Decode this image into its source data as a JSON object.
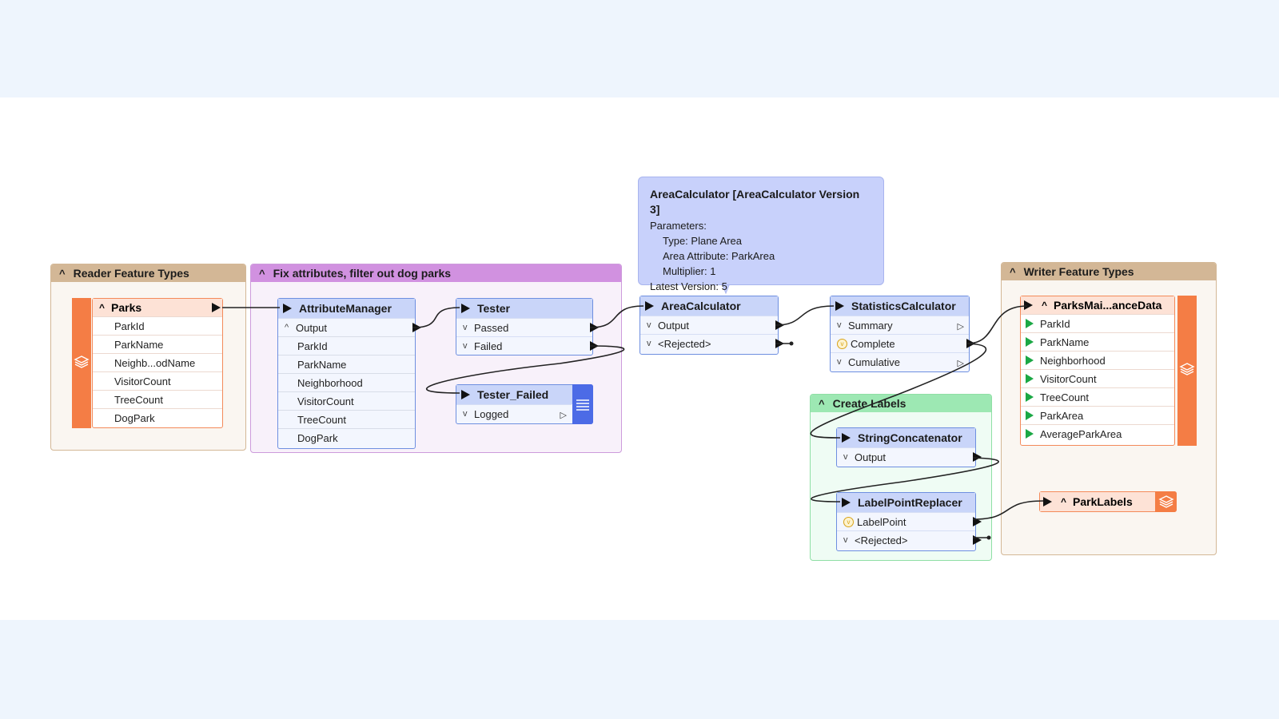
{
  "colors": {
    "background": "#eef5fd",
    "canvas": "#ffffff",
    "transformer_header": "#c9d5f9",
    "feature_type_accent": "#f47d45",
    "bookmark_tan": "#d3b796",
    "bookmark_purple": "#d191e0",
    "bookmark_green": "#9de8b3",
    "tooltip": "#c8d1fb"
  },
  "bookmarks": {
    "reader": {
      "title": "Reader Feature Types"
    },
    "fix": {
      "title": "Fix attributes, filter out dog parks"
    },
    "labels": {
      "title": "Create Labels"
    },
    "writer": {
      "title": "Writer Feature Types"
    }
  },
  "reader": {
    "name": "Parks",
    "attributes": [
      "ParkId",
      "ParkName",
      "Neighb...odName",
      "VisitorCount",
      "TreeCount",
      "DogPark"
    ]
  },
  "attribute_manager": {
    "name": "AttributeManager",
    "output_port": "Output",
    "attributes": [
      "ParkId",
      "ParkName",
      "Neighborhood",
      "VisitorCount",
      "TreeCount",
      "DogPark"
    ]
  },
  "tester": {
    "name": "Tester",
    "ports": [
      "Passed",
      "Failed"
    ]
  },
  "tester_failed": {
    "name": "Tester_Failed",
    "port": "Logged"
  },
  "area_calculator": {
    "name": "AreaCalculator",
    "ports": [
      "Output",
      "<Rejected>"
    ]
  },
  "statistics_calculator": {
    "name": "StatisticsCalculator",
    "ports": [
      "Summary",
      "Complete",
      "Cumulative"
    ]
  },
  "string_concatenator": {
    "name": "StringConcatenator",
    "port": "Output"
  },
  "label_point_replacer": {
    "name": "LabelPointReplacer",
    "ports": [
      "LabelPoint",
      "<Rejected>"
    ]
  },
  "writer_main": {
    "name": "ParksMai...anceData",
    "attributes": [
      "ParkId",
      "ParkName",
      "Neighborhood",
      "VisitorCount",
      "TreeCount",
      "ParkArea",
      "AverageParkArea"
    ]
  },
  "writer_labels": {
    "name": "ParkLabels"
  },
  "tooltip": {
    "title": "AreaCalculator [AreaCalculator Version 3]",
    "line1": "Parameters:",
    "line2": "Type: Plane Area",
    "line3": "Area Attribute: ParkArea",
    "line4": "Multiplier: 1",
    "line5": "Latest Version: 5"
  },
  "icons": {
    "collapse": "chevron-up-icon",
    "expand": "chevron-down-icon",
    "input_port": "input-port-arrow-icon",
    "output_port": "output-port-arrow-icon",
    "feature_type": "layers-icon",
    "logger": "logger-lines-icon",
    "warning": "warning-icon"
  }
}
